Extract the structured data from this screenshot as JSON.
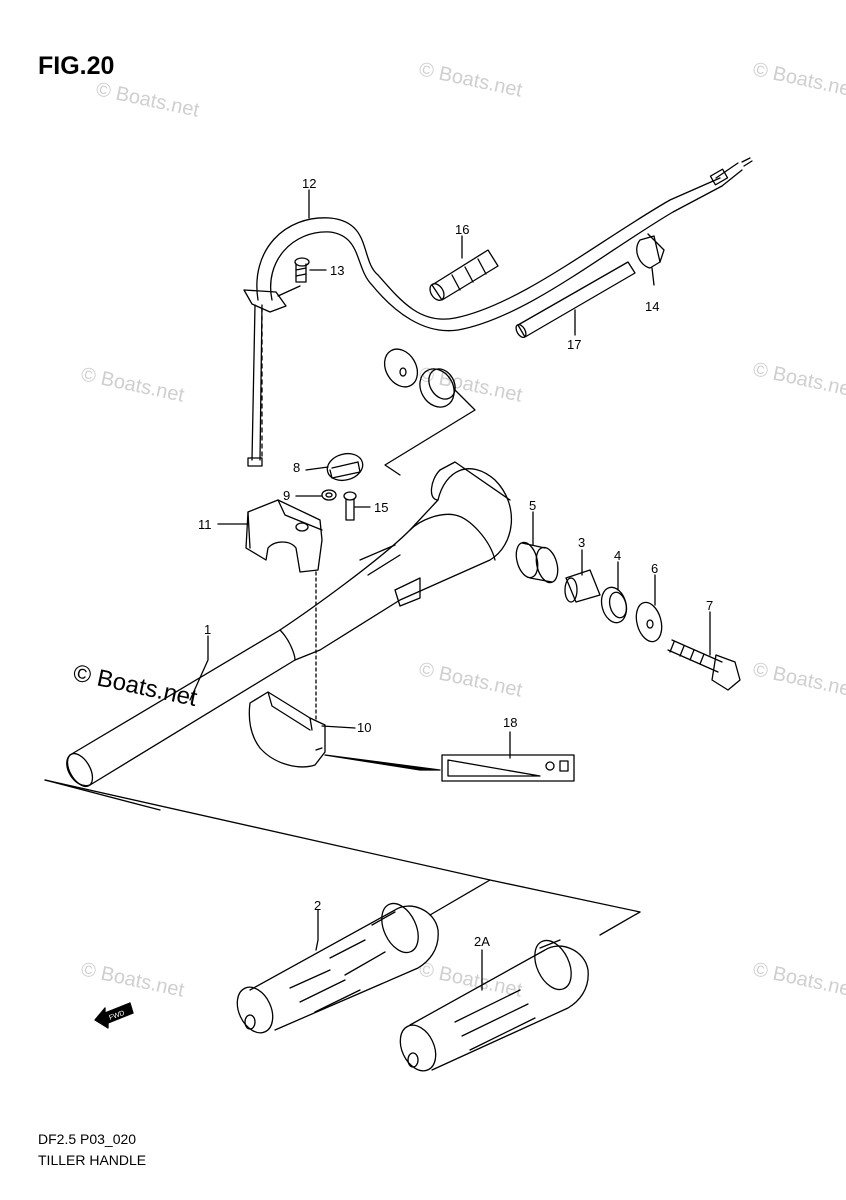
{
  "figure": {
    "title": "FIG.20",
    "code": "DF2.5 P03_020",
    "name": "TILLER HANDLE"
  },
  "watermark": {
    "text": "© Boats.net",
    "color": "#cfcfcf"
  },
  "labels": [
    "1",
    "2",
    "2A",
    "3",
    "4",
    "5",
    "6",
    "7",
    "8",
    "9",
    "10",
    "11",
    "12",
    "13",
    "14",
    "15",
    "16",
    "17",
    "18"
  ],
  "fwd_marker": "FWD"
}
